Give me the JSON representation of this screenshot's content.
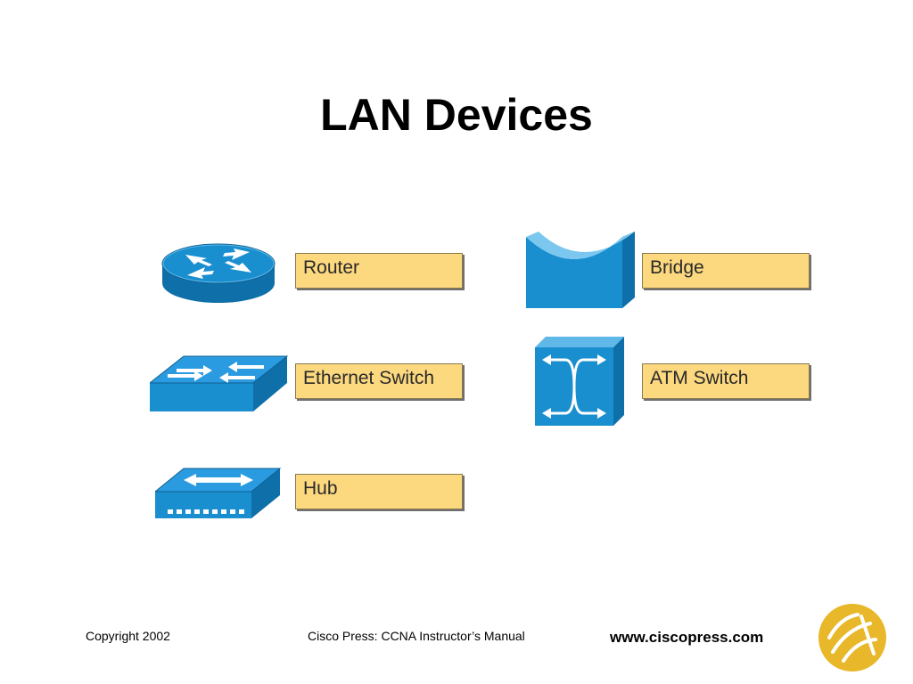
{
  "title": "LAN Devices",
  "devices": [
    {
      "id": "router",
      "label": "Router",
      "icon": "router-icon"
    },
    {
      "id": "ethernet-switch",
      "label": "Ethernet Switch",
      "icon": "ethernet-switch-icon"
    },
    {
      "id": "hub",
      "label": "Hub",
      "icon": "hub-icon"
    },
    {
      "id": "bridge",
      "label": "Bridge",
      "icon": "bridge-icon"
    },
    {
      "id": "atm-switch",
      "label": "ATM Switch",
      "icon": "atm-switch-icon"
    }
  ],
  "footer": {
    "copyright": "Copyright 2002",
    "manual": "Cisco Press: CCNA Instructor’s Manual",
    "url": "www.ciscopress.com",
    "logo": "cisco-press-logo-icon"
  },
  "colors": {
    "device_blue": "#1a8fd0",
    "device_dark": "#0f6fa8",
    "label_fill": "#fcd87f",
    "logo_gold": "#e8b82a"
  }
}
